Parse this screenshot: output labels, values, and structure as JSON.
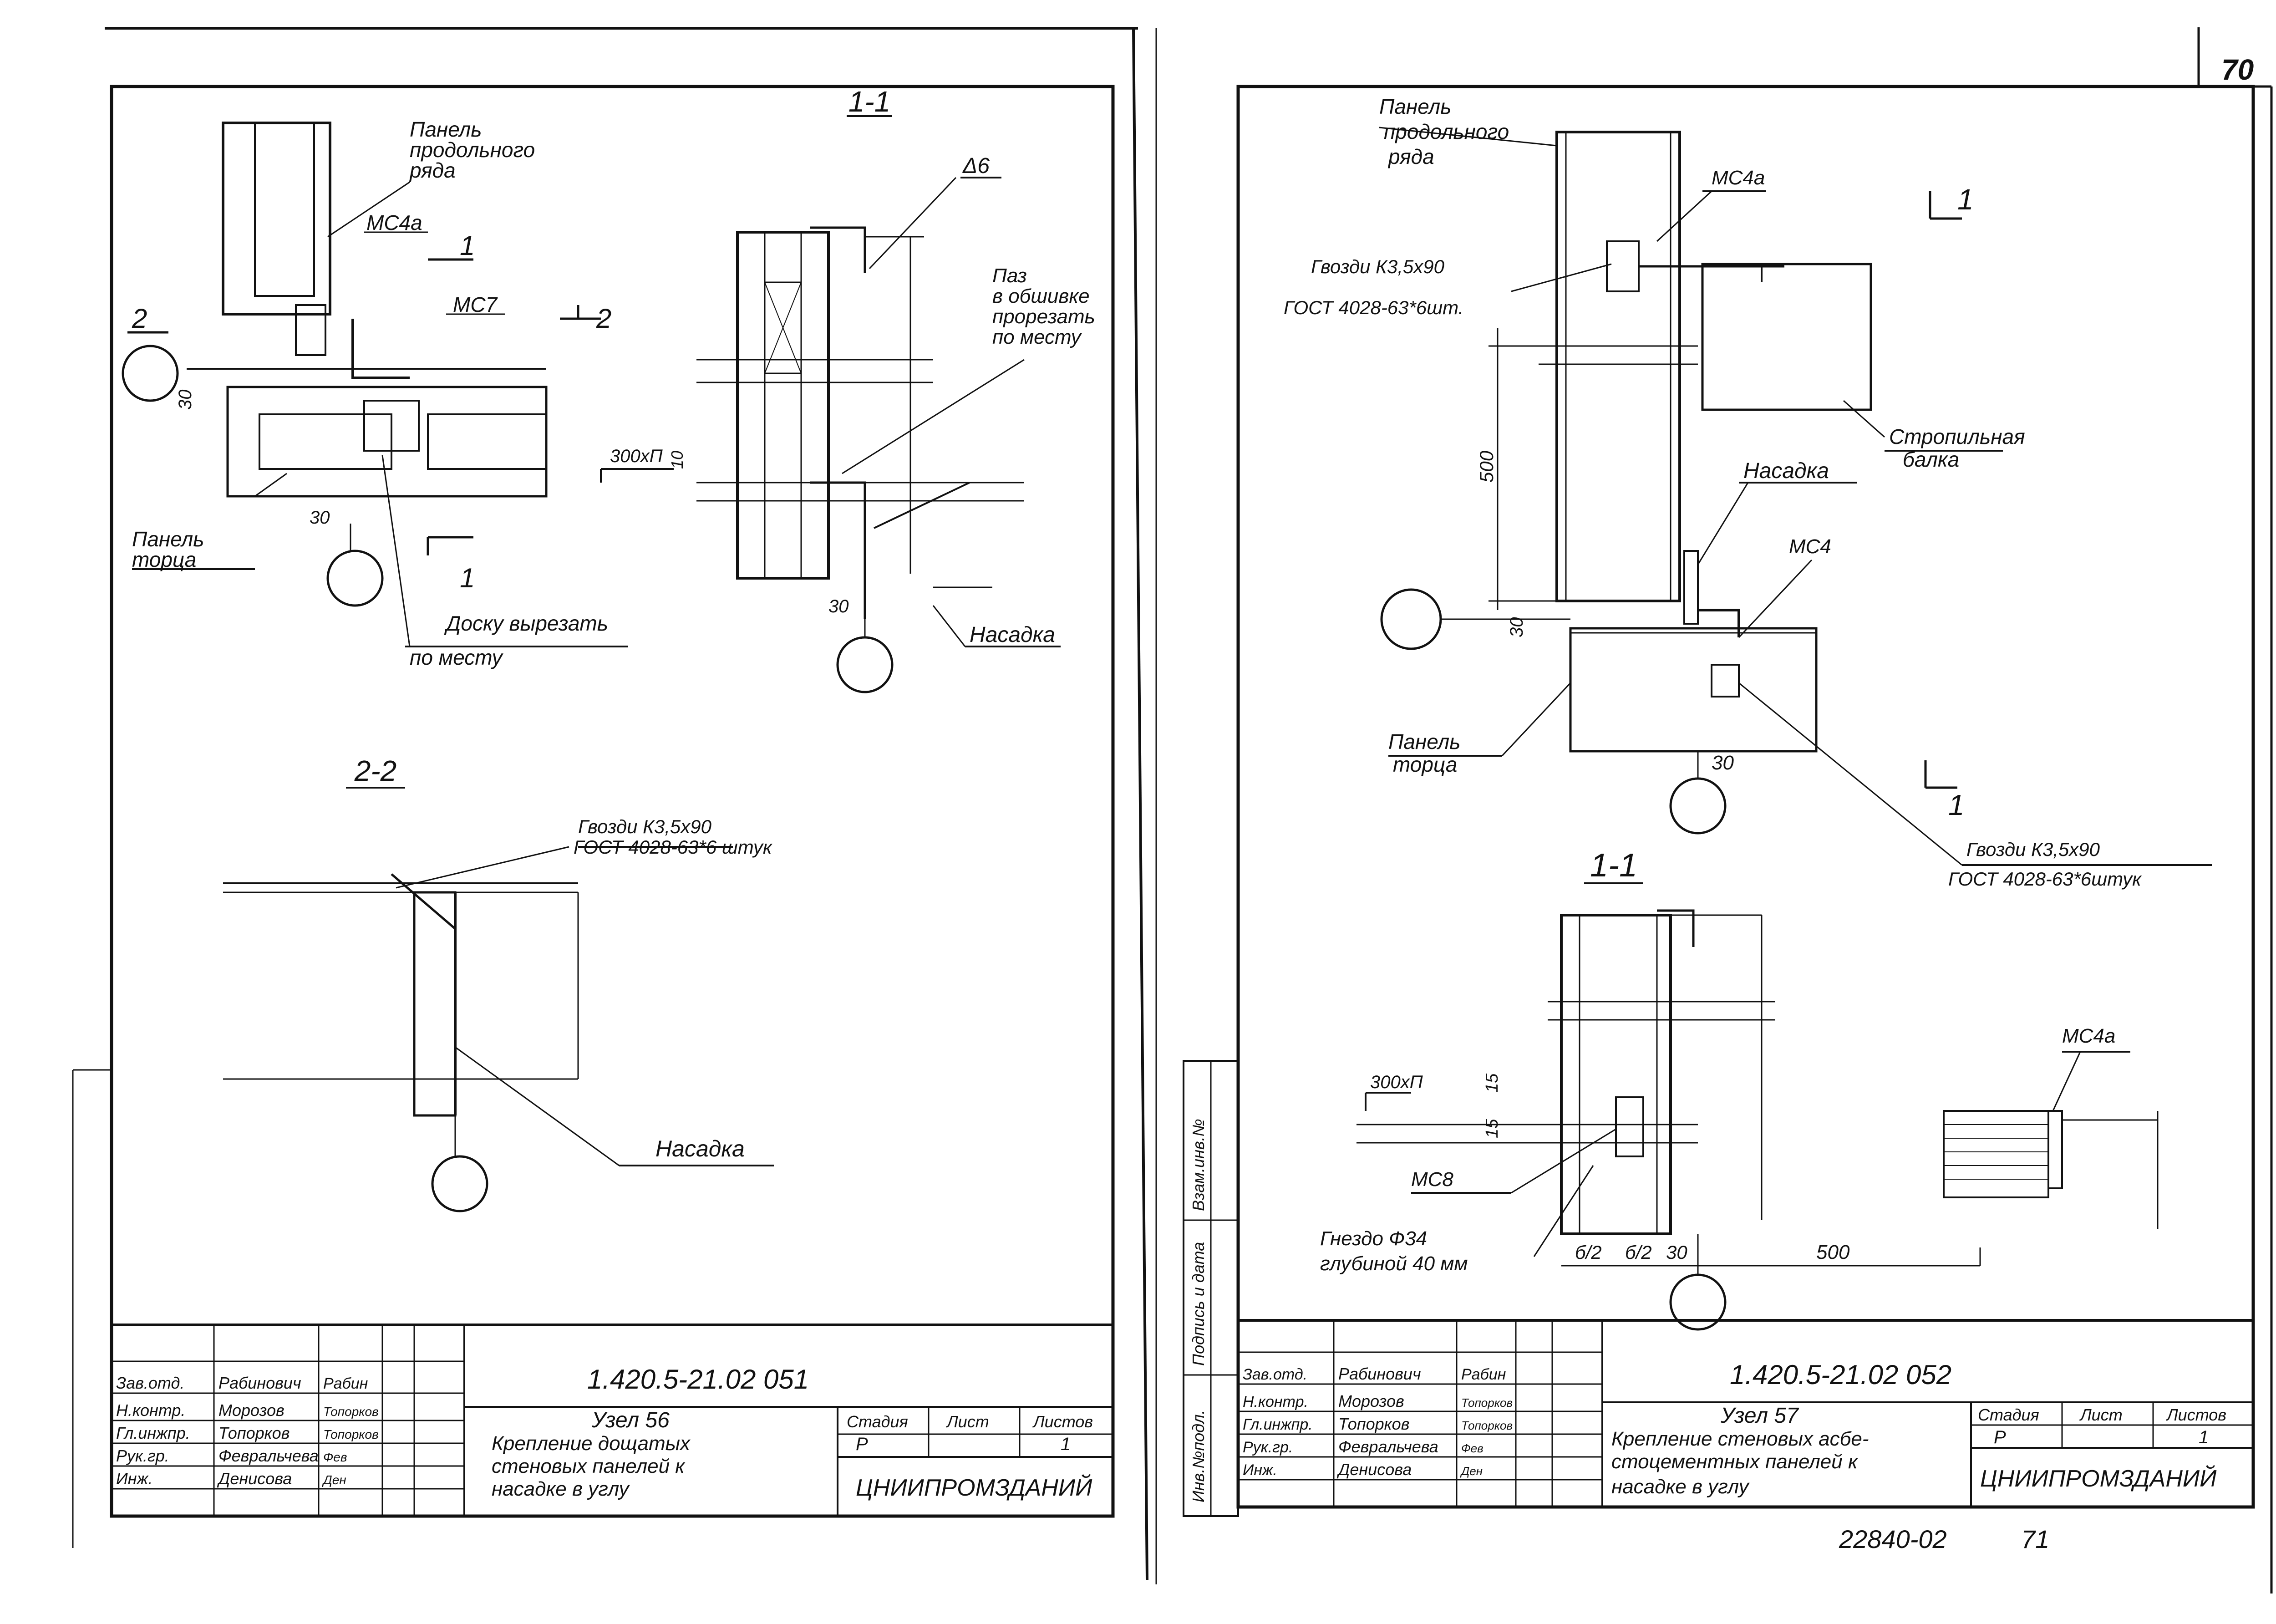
{
  "corner_page_number": "70",
  "bottom_stamp": "22840-02",
  "bottom_stamp_page": "71",
  "left_sheet": {
    "section_1_1": "1-1",
    "section_2_2": "2-2",
    "labels": {
      "panel_longitudinal": [
        "Панель",
        "продольного",
        "ряда"
      ],
      "mc4a": "МС4а",
      "mc7": "МС7",
      "cut_1": "1",
      "cut_2": "2",
      "dim_30a": "30",
      "dim_30b": "30",
      "dim_30c": "30",
      "panel_end": [
        "Панель",
        "торца"
      ],
      "board_cut": [
        "Доску вырезать",
        "по месту"
      ],
      "d6": "Δ6",
      "groove": [
        "Паз",
        "в обшивке",
        "прорезать",
        "по месту"
      ],
      "step": "300хП",
      "dim_10": "10",
      "nasadka_1": "Насадка",
      "nails": [
        "Гвозди К3,5х90",
        "ГОСТ 4028-63*6 штук"
      ],
      "nasadka_2": "Насадка"
    },
    "title_block": {
      "code": "1.420.5-21.02 051",
      "title_lines": [
        "Узел 56",
        "Крепление дощатых",
        "стеновых панелей к",
        "насадке в углу"
      ],
      "org": "ЦНИИПРОМЗДАНИЙ",
      "stage_h": "Стадия",
      "sheet_h": "Лист",
      "sheets_h": "Листов",
      "stage": "Р",
      "sheets": "1",
      "people": [
        {
          "role": "Зав.отд.",
          "name": "Рабинович",
          "sign": "Рабин"
        },
        {
          "role": "Н.контр.",
          "name": "Морозов",
          "sign": "Топорков"
        },
        {
          "role": "Гл.инжпр.",
          "name": "Топорков",
          "sign": "Топорков"
        },
        {
          "role": "Рук.гр.",
          "name": "Февральчева",
          "sign": "Фев"
        },
        {
          "role": "Инж.",
          "name": "Денисова",
          "sign": "Ден"
        }
      ]
    }
  },
  "right_sheet": {
    "section_1_1": "1-1",
    "labels": {
      "panel_longitudinal": [
        "Панель",
        "продольного",
        "ряда"
      ],
      "mc4a_top": "МС4а",
      "cut_1_top": "1",
      "nails_top": [
        "Гвозди К3,5х90",
        "ГОСТ 4028-63*6шт."
      ],
      "beam": [
        "Стропильная",
        "балка"
      ],
      "dim_500": "500",
      "nasadka": "Насадка",
      "mc4": "МС4",
      "dim_30a": "30",
      "dim_30b": "30",
      "panel_end": [
        "Панель",
        "торца"
      ],
      "cut_1_bottom": "1",
      "nails_bottom": [
        "Гвозди К3,5х90",
        "ГОСТ 4028-63*6штук"
      ],
      "step": "300хП",
      "dim_15a": "15",
      "dim_15b": "15",
      "mc8": "МС8",
      "socket": [
        "Гнездо Ф34",
        "глубиной   40 мм"
      ],
      "dim_b2a": "б/2",
      "dim_b2b": "б/2",
      "dim_30c": "30",
      "dim_500b": "500",
      "mc4a_right": "МС4а"
    },
    "side_stamp": [
      "Инв.№подл.",
      "Подпись и дата",
      "Взам.инв.№"
    ],
    "title_block": {
      "code": "1.420.5-21.02 052",
      "title_lines": [
        "Узел 57",
        "Крепление стеновых асбе-",
        "стоцементных панелей к",
        "насадке в углу"
      ],
      "org": "ЦНИИПРОМЗДАНИЙ",
      "stage_h": "Стадия",
      "sheet_h": "Лист",
      "sheets_h": "Листов",
      "stage": "Р",
      "sheets": "1",
      "people": [
        {
          "role": "Зав.отд.",
          "name": "Рабинович",
          "sign": "Рабин"
        },
        {
          "role": "Н.контр.",
          "name": "Морозов",
          "sign": "Топорков"
        },
        {
          "role": "Гл.инжпр.",
          "name": "Топорков",
          "sign": "Топорков"
        },
        {
          "role": "Рук.гр.",
          "name": "Февральчева",
          "sign": "Фев"
        },
        {
          "role": "Инж.",
          "name": "Денисова",
          "sign": "Ден"
        }
      ]
    }
  }
}
